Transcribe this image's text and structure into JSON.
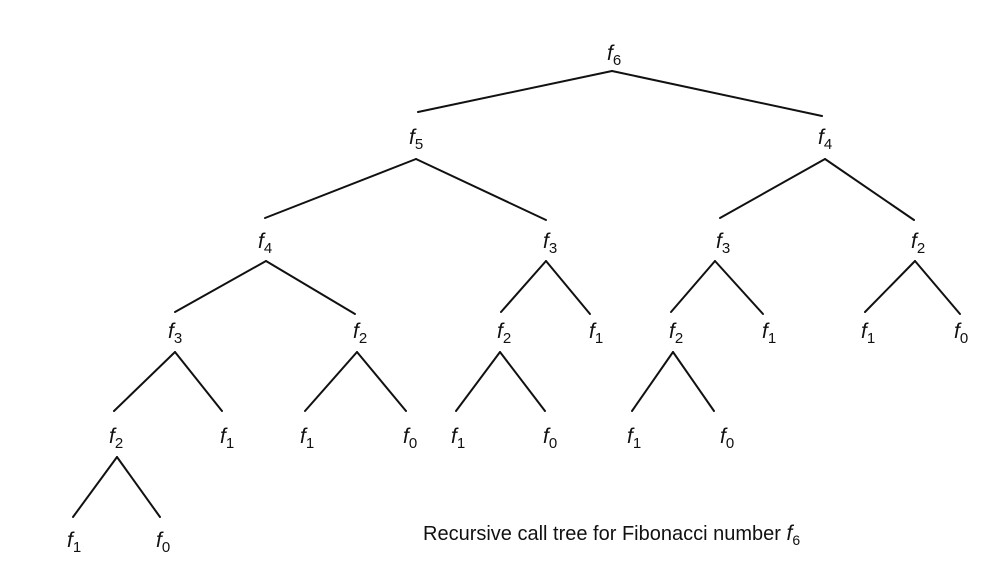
{
  "tree": {
    "symbol": "f",
    "nodes": [
      {
        "id": "n6",
        "sub": "6",
        "parent": null
      },
      {
        "id": "n5",
        "sub": "5",
        "parent": "n6"
      },
      {
        "id": "n4r",
        "sub": "4",
        "parent": "n6"
      },
      {
        "id": "n4",
        "sub": "4",
        "parent": "n5"
      },
      {
        "id": "n3a",
        "sub": "3",
        "parent": "n5"
      },
      {
        "id": "n3b",
        "sub": "3",
        "parent": "n4r"
      },
      {
        "id": "n2a",
        "sub": "2",
        "parent": "n4r"
      },
      {
        "id": "n3c",
        "sub": "3",
        "parent": "n4"
      },
      {
        "id": "n2b",
        "sub": "2",
        "parent": "n4"
      },
      {
        "id": "n2c",
        "sub": "2",
        "parent": "n3a"
      },
      {
        "id": "n1a",
        "sub": "1",
        "parent": "n3a"
      },
      {
        "id": "n2d",
        "sub": "2",
        "parent": "n3b"
      },
      {
        "id": "n1b",
        "sub": "1",
        "parent": "n3b"
      },
      {
        "id": "n1c",
        "sub": "1",
        "parent": "n2a"
      },
      {
        "id": "n0a",
        "sub": "0",
        "parent": "n2a"
      },
      {
        "id": "n2e",
        "sub": "2",
        "parent": "n3c"
      },
      {
        "id": "n1d",
        "sub": "1",
        "parent": "n3c"
      },
      {
        "id": "n1e",
        "sub": "1",
        "parent": "n2b"
      },
      {
        "id": "n0b",
        "sub": "0",
        "parent": "n2b"
      },
      {
        "id": "n1f",
        "sub": "1",
        "parent": "n2c"
      },
      {
        "id": "n0c",
        "sub": "0",
        "parent": "n2c"
      },
      {
        "id": "n1g",
        "sub": "1",
        "parent": "n2d"
      },
      {
        "id": "n0d",
        "sub": "0",
        "parent": "n2d"
      },
      {
        "id": "n1h",
        "sub": "1",
        "parent": "n2e"
      },
      {
        "id": "n0e",
        "sub": "0",
        "parent": "n2e"
      }
    ]
  },
  "caption": {
    "text": "Recursive call tree for Fibonacci number ",
    "symbol": "f",
    "subscript": "6"
  }
}
